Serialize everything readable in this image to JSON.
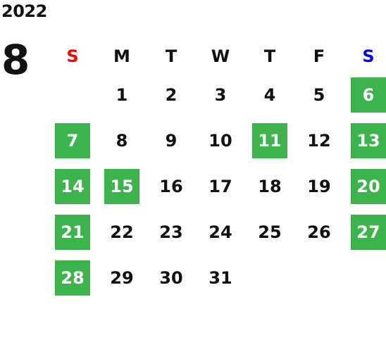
{
  "year": "2022",
  "month": "8",
  "colors": {
    "holiday_bg": "#3cb44b",
    "sunday": "#ff0000",
    "saturday": "#0000ff"
  },
  "weekdays": [
    {
      "label": "S",
      "color": "#ff0000"
    },
    {
      "label": "M",
      "color": "#111111"
    },
    {
      "label": "T",
      "color": "#111111"
    },
    {
      "label": "W",
      "color": "#111111"
    },
    {
      "label": "T",
      "color": "#111111"
    },
    {
      "label": "F",
      "color": "#111111"
    },
    {
      "label": "S",
      "color": "#0000ff"
    }
  ],
  "weeks": [
    [
      null,
      "1",
      "2",
      "3",
      "4",
      "5",
      "6"
    ],
    [
      "7",
      "8",
      "9",
      "10",
      "11",
      "12",
      "13"
    ],
    [
      "14",
      "15",
      "16",
      "17",
      "18",
      "19",
      "20"
    ],
    [
      "21",
      "22",
      "23",
      "24",
      "25",
      "26",
      "27"
    ],
    [
      "28",
      "29",
      "30",
      "31",
      null,
      null,
      null
    ]
  ],
  "holidays": [
    "6",
    "7",
    "11",
    "13",
    "14",
    "15",
    "20",
    "21",
    "27",
    "28"
  ]
}
